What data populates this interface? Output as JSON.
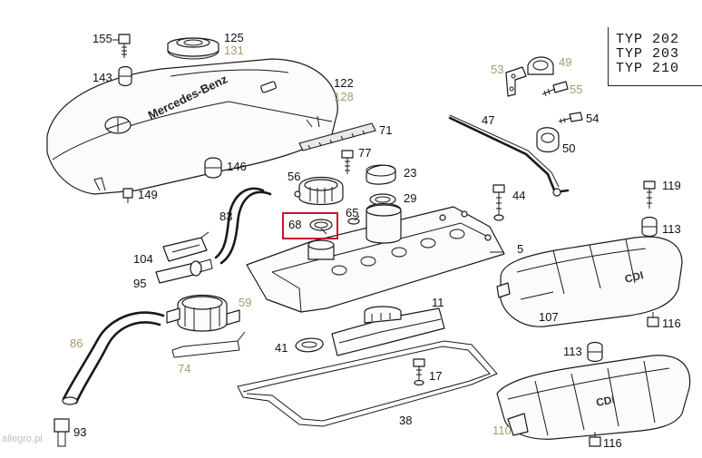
{
  "type_box": {
    "lines": [
      "TYP 202",
      "TYP 203",
      "TYP 210"
    ]
  },
  "cover_brand": "Mercedes-Benz",
  "cover_badge": "CDI",
  "watermark": "allegro.pl",
  "labels": {
    "l155": "155",
    "l125": "125",
    "l131": "131",
    "l143": "143",
    "l122": "122",
    "l128": "128",
    "l71": "71",
    "l77": "77",
    "l146": "146",
    "l149": "149",
    "l56": "56",
    "l23": "23",
    "l29": "29",
    "l83": "83",
    "l68": "68",
    "l65": "65",
    "l44": "44",
    "l104": "104",
    "l95": "95",
    "l5": "5",
    "l59": "59",
    "l86": "86",
    "l11": "11",
    "l41": "41",
    "l74": "74",
    "l17": "17",
    "l38": "38",
    "l53": "53",
    "l49": "49",
    "l55": "55",
    "l47": "47",
    "l54": "54",
    "l50": "50",
    "l119": "119",
    "l113a": "113",
    "l107": "107",
    "l116a": "116",
    "l113b": "113",
    "l110": "110",
    "l116b": "116",
    "l93": "93"
  },
  "colors": {
    "label": "#111111",
    "label_alt": "#a89a6a",
    "highlight": "#c8102e"
  }
}
